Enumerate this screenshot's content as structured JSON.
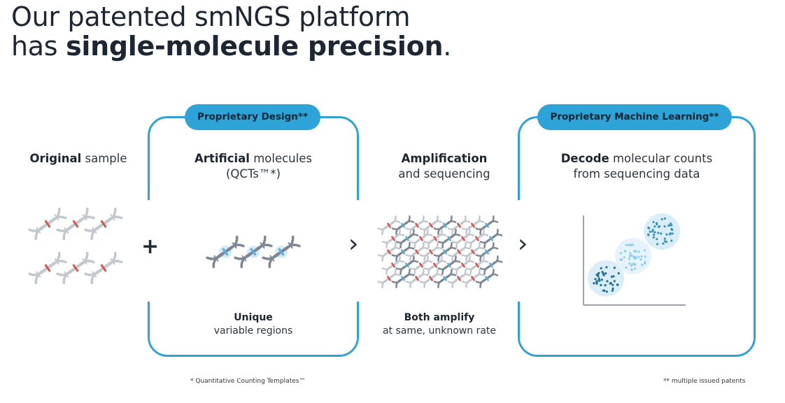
{
  "headline": {
    "line1": "Our patented smNGS platform",
    "line2_prefix": "has ",
    "line2_bold": "single-molecule precision",
    "line2_suffix": "."
  },
  "panels": {
    "original": {
      "title_bold": "Original",
      "title_rest": " sample"
    },
    "artificial": {
      "badge": "Proprietary Design**",
      "title_bold": "Artificial",
      "title_rest": " molecules",
      "title_line2": "(QCTs™*)",
      "caption_bold": "Unique",
      "caption_rest": "variable regions"
    },
    "amplification": {
      "title_bold": "Amplification",
      "title_line2": "and sequencing",
      "caption_bold": "Both amplify",
      "caption_rest": "at same, unknown rate"
    },
    "decode": {
      "badge": "Proprietary Machine Learning**",
      "title_bold": "Decode",
      "title_rest": " molecular counts",
      "title_line2": "from sequencing data"
    }
  },
  "operators": {
    "plus": "+",
    "arrow1": "›",
    "arrow2": "›"
  },
  "footnotes": {
    "qct": "* Quantitative Counting Templates™",
    "patents": "** multiple issued patents"
  },
  "colors": {
    "frame": "#2ea3d8",
    "strand": "#c3c8ce",
    "strand_dark": "#7d8794",
    "mark_red": "#d9534f",
    "mark_blue": "#5aaedc",
    "dots_dark": "#1c6f8f",
    "dots_light": "#62b8d6"
  },
  "icons": [
    "dna-icon",
    "plus-icon",
    "chevron-right-icon",
    "scatter-plot-icon"
  ]
}
